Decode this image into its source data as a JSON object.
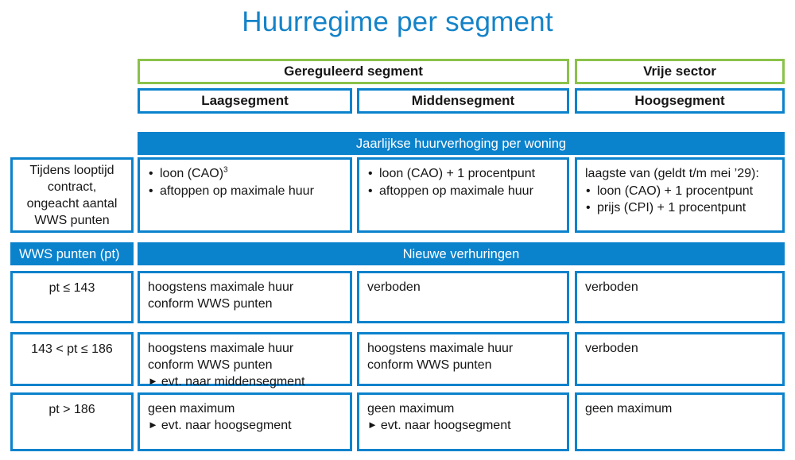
{
  "title": "Huurregime per segment",
  "colors": {
    "title_blue": "#1583c8",
    "accent_blue": "#0b82cc",
    "accent_green": "#8bc24a",
    "text": "#161616",
    "band_text": "#ffffff"
  },
  "headers": {
    "top": [
      {
        "label": "Gereguleerd segment",
        "border": "green"
      },
      {
        "label": "Vrije sector",
        "border": "green"
      }
    ],
    "second": [
      {
        "label": "Laagsegment",
        "border": "blue"
      },
      {
        "label": "Middensegment",
        "border": "blue"
      },
      {
        "label": "Hoogsegment",
        "border": "blue"
      }
    ]
  },
  "bands": {
    "annual_increase": "Jaarlijkse huurverhoging per woning",
    "wws_points_label": "WWS punten (pt)",
    "new_rentals": "Nieuwe verhuringen"
  },
  "annual_row": {
    "row_label": "Tijdens looptijd contract, ongeacht aantal WWS punten",
    "laag": {
      "bullets": [
        "loon (CAO)",
        "aftoppen op maximale huur"
      ],
      "superscript": "3"
    },
    "midden": {
      "bullets": [
        "loon (CAO) + 1 procentpunt",
        "aftoppen op maximale huur"
      ]
    },
    "hoog": {
      "intro": "laagste van (geldt t/m mei ’29):",
      "bullets": [
        "loon (CAO) + 1 procentpunt",
        "prijs (CPI) + 1 procentpunt"
      ]
    }
  },
  "rental_rows": [
    {
      "points": "pt ≤ 143",
      "laag": {
        "lines": [
          "hoogstens maximale huur",
          "conform WWS punten"
        ],
        "arrow": null
      },
      "midden": {
        "lines": [
          "verboden"
        ],
        "arrow": null
      },
      "hoog": {
        "lines": [
          "verboden"
        ],
        "arrow": null
      }
    },
    {
      "points": "143 < pt ≤ 186",
      "laag": {
        "lines": [
          "hoogstens maximale huur",
          "conform WWS punten"
        ],
        "arrow": "evt. naar middensegment"
      },
      "midden": {
        "lines": [
          "hoogstens maximale huur",
          "conform WWS punten"
        ],
        "arrow": null
      },
      "hoog": {
        "lines": [
          "verboden"
        ],
        "arrow": null
      }
    },
    {
      "points": "pt > 186",
      "laag": {
        "lines": [
          "geen maximum"
        ],
        "arrow": "evt. naar hoogsegment"
      },
      "midden": {
        "lines": [
          "geen maximum"
        ],
        "arrow": "evt. naar hoogsegment"
      },
      "hoog": {
        "lines": [
          "geen maximum"
        ],
        "arrow": null
      }
    }
  ],
  "icons": {
    "arrow": "►",
    "bullet": "•"
  }
}
